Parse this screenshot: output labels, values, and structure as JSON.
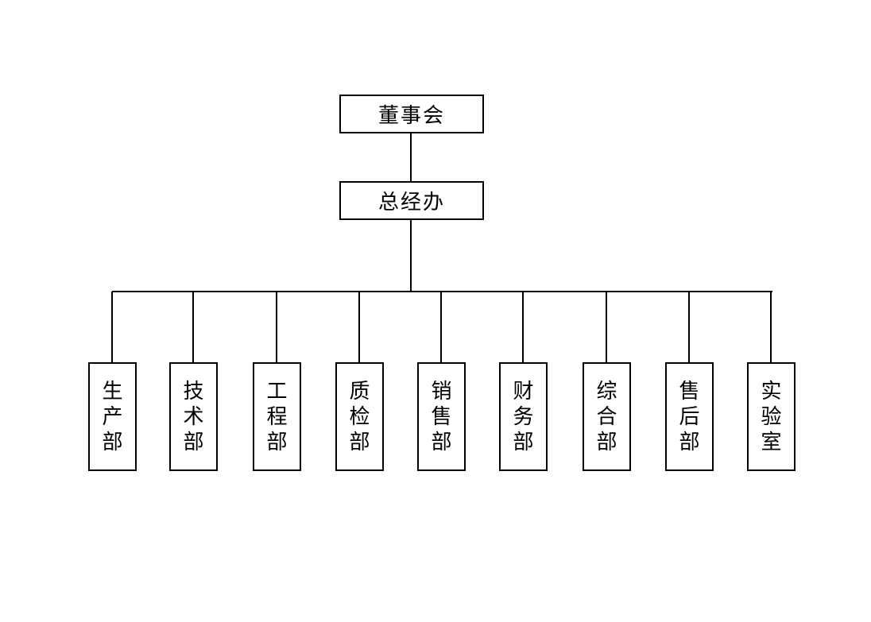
{
  "org_chart": {
    "root": {
      "label": "董事会"
    },
    "level2": {
      "label": "总经办"
    },
    "departments": [
      {
        "label": "生产部"
      },
      {
        "label": "技术部"
      },
      {
        "label": "工程部"
      },
      {
        "label": "质检部"
      },
      {
        "label": "销售部"
      },
      {
        "label": "财务部"
      },
      {
        "label": "综合部"
      },
      {
        "label": "售后部"
      },
      {
        "label": "实验室"
      }
    ],
    "colors": {
      "line": "#000000",
      "box_border": "#000000",
      "background": "#ffffff",
      "text": "#000000"
    }
  }
}
